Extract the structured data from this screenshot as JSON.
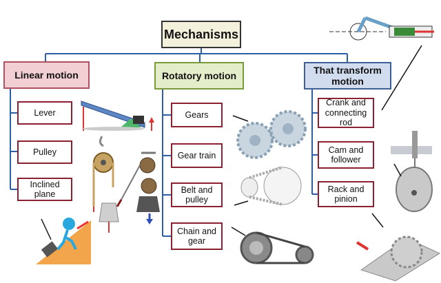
{
  "title": "Mechanisms",
  "categories": [
    {
      "label": "Linear motion",
      "items": [
        "Lever",
        "Pulley",
        "Inclined plane"
      ]
    },
    {
      "label": "Rotatory motion",
      "items": [
        "Gears",
        "Gear train",
        "Belt and pulley",
        "Chain and gear"
      ]
    },
    {
      "label": "That transform motion",
      "items": [
        "Crank and connecting rod",
        "Cam and follower",
        "Rack and pinion"
      ]
    }
  ],
  "colors": {
    "linear": "#f2cfd2",
    "rotatory": "#e3edc9",
    "transform": "#d2dcef",
    "connector": "#2a5fa8"
  }
}
